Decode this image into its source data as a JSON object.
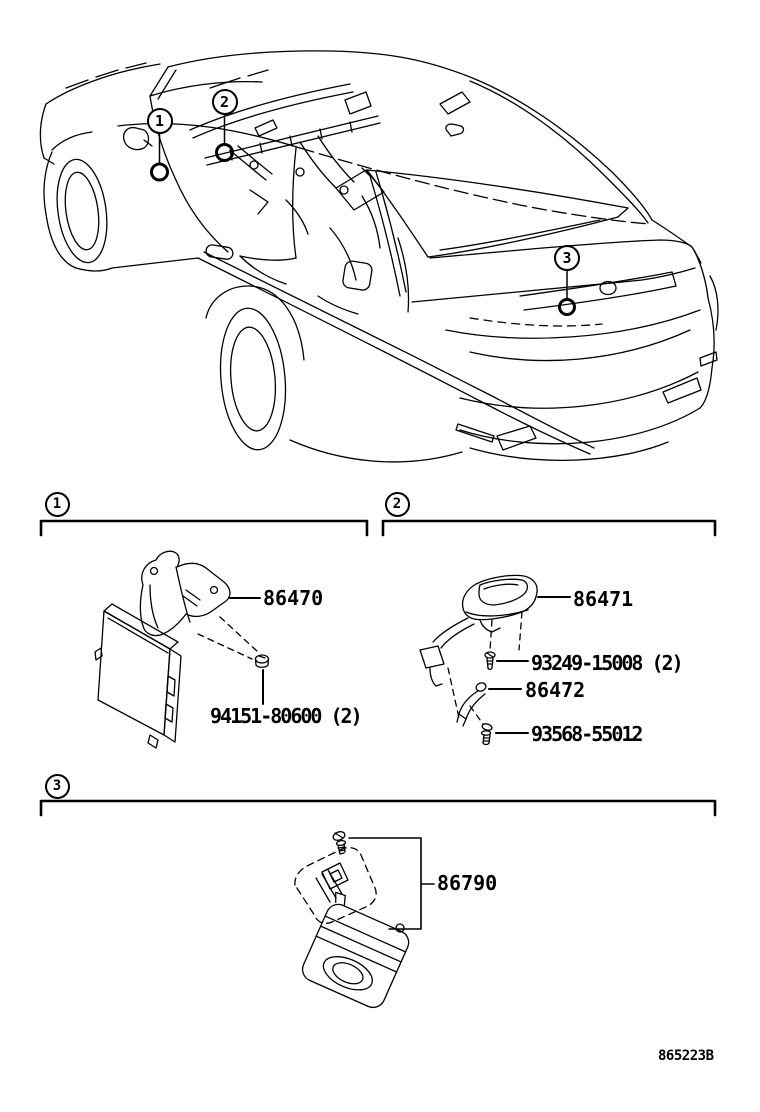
{
  "diagram": {
    "footer_code": "865223B",
    "background": "#ffffff",
    "line_color": "#000000"
  },
  "car": {
    "callouts": [
      "1",
      "2",
      "3"
    ]
  },
  "sections": [
    {
      "callout": "1",
      "parts": [
        {
          "part_number": "86470"
        },
        {
          "part_number": "94151-80600 (2)"
        }
      ]
    },
    {
      "callout": "2",
      "parts": [
        {
          "part_number": "86471"
        },
        {
          "part_number": "93249-15008 (2)"
        },
        {
          "part_number": "86472"
        },
        {
          "part_number": "93568-55012"
        }
      ]
    },
    {
      "callout": "3",
      "parts": [
        {
          "part_number": "86790"
        }
      ]
    }
  ]
}
